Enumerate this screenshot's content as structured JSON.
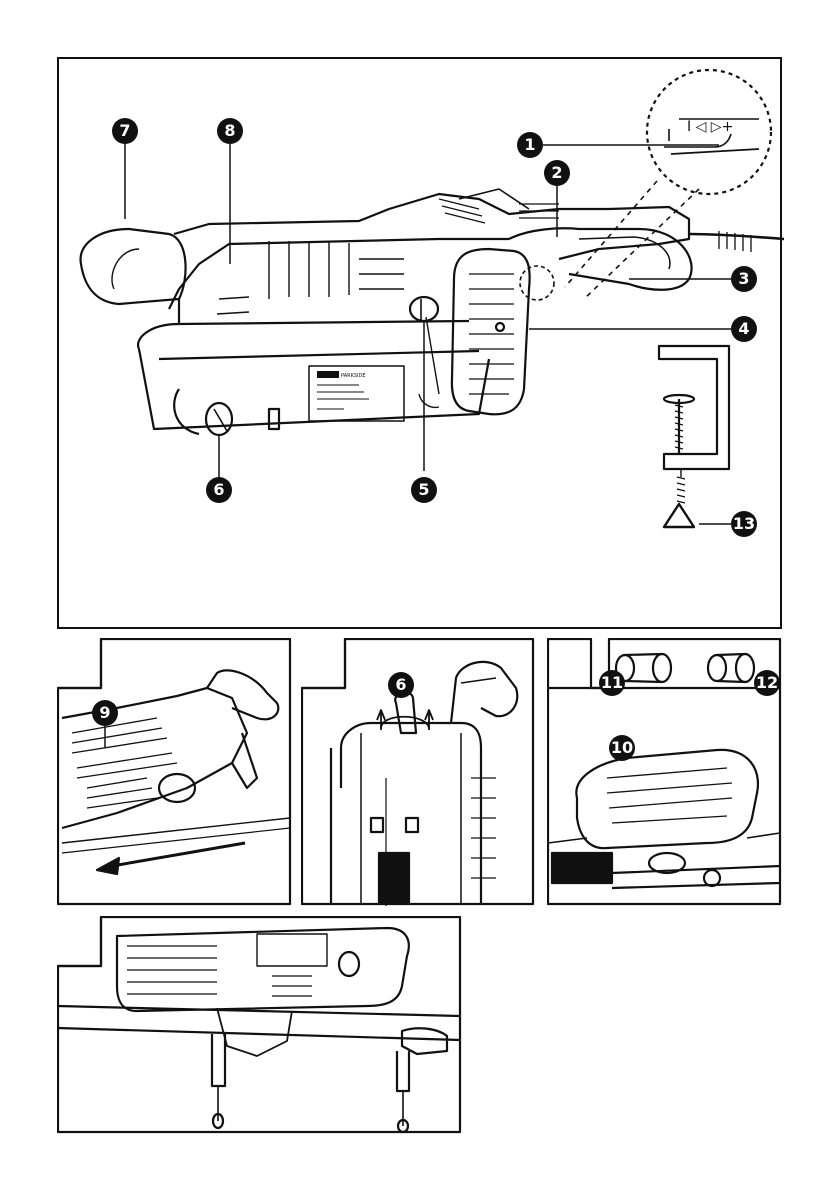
{
  "callouts": {
    "c1": "1",
    "c2": "2",
    "c3": "3",
    "c4": "4",
    "c5": "5",
    "c6": "6",
    "c7": "7",
    "c8": "8",
    "c9": "9",
    "c10": "10",
    "c11": "11",
    "c12": "12",
    "c13": "13",
    "c6b": "6"
  },
  "switch_inset": {
    "symbols": "I ◁ ▷+"
  },
  "rating_plate": {
    "brand": "PARKSIDE"
  }
}
